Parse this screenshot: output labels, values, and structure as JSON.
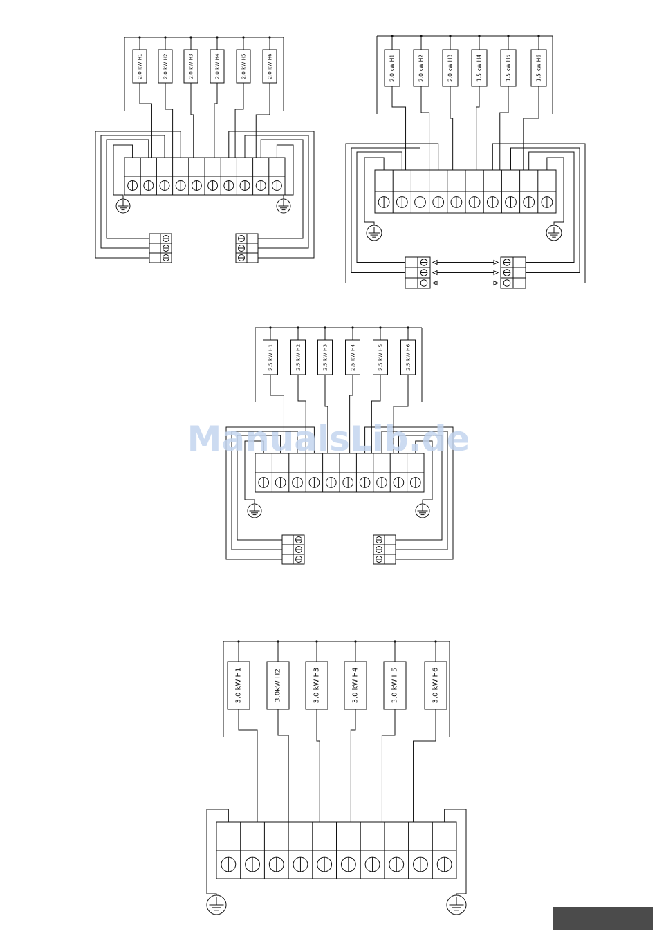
{
  "watermark": {
    "text": "ManualsLib.de",
    "color": "#c3d5ef"
  },
  "colors": {
    "line": "#111111",
    "background": "#ffffff",
    "page_tab": "#4b4b4b"
  },
  "icons": {
    "ground": "ground-symbol-icon",
    "terminal_screw": "screw-terminal-icon"
  },
  "diagrams": [
    {
      "id": "diagram-1",
      "heaters": [
        {
          "power": "2.0 kW",
          "id": "H1"
        },
        {
          "power": "2.0 kW",
          "id": "H2"
        },
        {
          "power": "2.0 kW",
          "id": "H3"
        },
        {
          "power": "2.0 kW",
          "id": "H4"
        },
        {
          "power": "2.0 kW",
          "id": "H5"
        },
        {
          "power": "2.0 kW",
          "id": "H6"
        }
      ],
      "terminal_screws": 10,
      "ground_symbols": 2,
      "three_pole_connectors": 2,
      "connector_link_arrows": false
    },
    {
      "id": "diagram-2",
      "heaters": [
        {
          "power": "2.0 kW",
          "id": "H1"
        },
        {
          "power": "2.0 kW",
          "id": "H2"
        },
        {
          "power": "2.0 kW",
          "id": "H3"
        },
        {
          "power": "1.5 kW",
          "id": "H4"
        },
        {
          "power": "1.5 kW",
          "id": "H5"
        },
        {
          "power": "1.5 kW",
          "id": "H6"
        }
      ],
      "terminal_screws": 10,
      "ground_symbols": 2,
      "three_pole_connectors": 2,
      "connector_link_arrows": true
    },
    {
      "id": "diagram-3",
      "heaters": [
        {
          "power": "2.5 kW",
          "id": "H1"
        },
        {
          "power": "2.5 kW",
          "id": "H2"
        },
        {
          "power": "2.5 kW",
          "id": "H3"
        },
        {
          "power": "2.5 kW",
          "id": "H4"
        },
        {
          "power": "2.5 kW",
          "id": "H5"
        },
        {
          "power": "2.5 kW",
          "id": "H6"
        }
      ],
      "terminal_screws": 10,
      "ground_symbols": 2,
      "three_pole_connectors": 2,
      "connector_link_arrows": false
    },
    {
      "id": "diagram-4",
      "heaters": [
        {
          "power": "3.0 kW",
          "id": "H1"
        },
        {
          "power": "3.0kW",
          "id": "H2"
        },
        {
          "power": "3.0 kW",
          "id": "H3"
        },
        {
          "power": "3.0 kW",
          "id": "H4"
        },
        {
          "power": "3.0 kW",
          "id": "H5"
        },
        {
          "power": "3.0 kW",
          "id": "H6"
        }
      ],
      "terminal_screws": 10,
      "ground_symbols": 2,
      "three_pole_connectors": 0,
      "connector_link_arrows": false
    }
  ]
}
